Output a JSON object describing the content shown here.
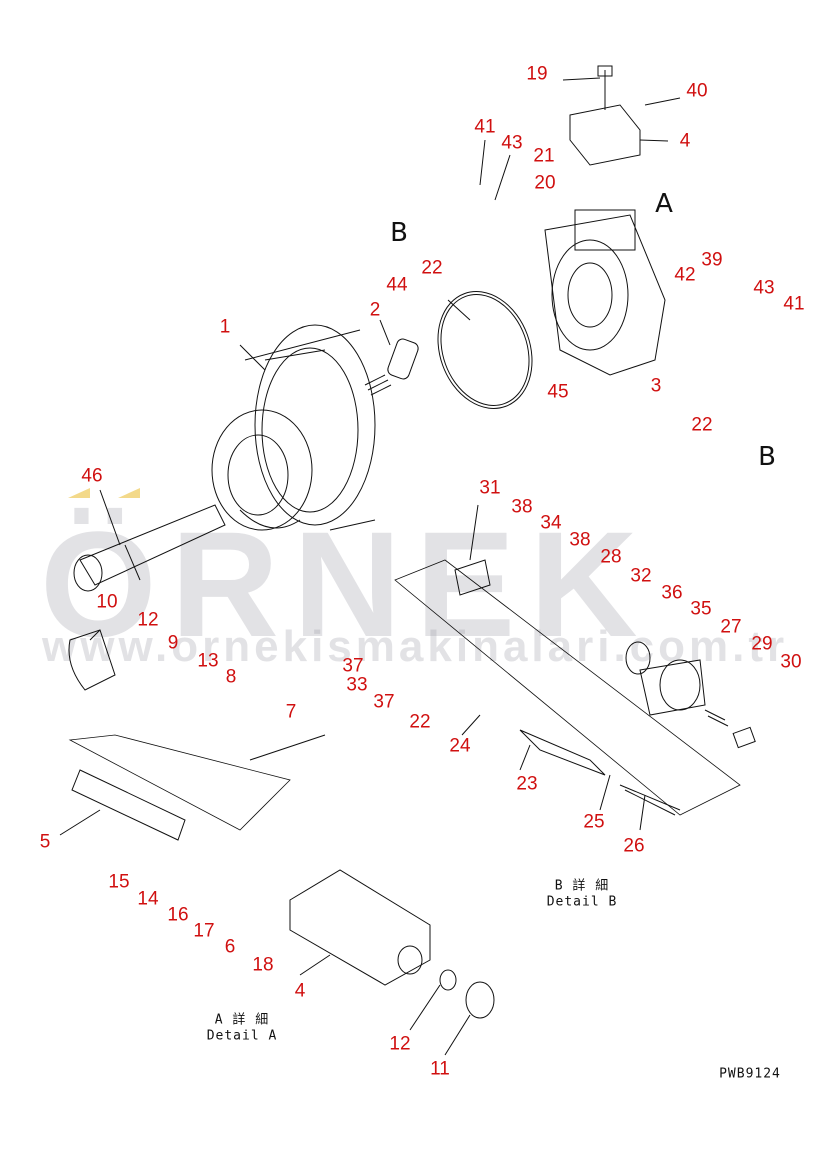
{
  "callouts": [
    "19",
    "40",
    "4",
    "41",
    "43",
    "21",
    "20",
    "39",
    "42",
    "22",
    "44",
    "43",
    "41",
    "1",
    "2",
    "45",
    "3",
    "22",
    "46",
    "31",
    "38",
    "34",
    "38",
    "28",
    "32",
    "36",
    "10",
    "35",
    "27",
    "12",
    "9",
    "29",
    "13",
    "30",
    "37",
    "8",
    "33",
    "37",
    "7",
    "22",
    "24",
    "23",
    "5",
    "25",
    "26",
    "15",
    "14",
    "16",
    "17",
    "6",
    "18",
    "4",
    "12",
    "11"
  ],
  "view_markers": [
    "A",
    "B",
    "B"
  ],
  "detail_b": {
    "jp": "B 詳 細",
    "en": "Detail B"
  },
  "detail_a": {
    "jp": "A 詳 細",
    "en": "Detail A"
  },
  "drawing_code": "PWB9124",
  "watermark": {
    "brand": "ÖRNEK",
    "url": "www.ornekismakinalari.com.tr"
  },
  "colors": {
    "callout": "#d01010",
    "line": "#111111",
    "watermark": "#9696a0"
  }
}
